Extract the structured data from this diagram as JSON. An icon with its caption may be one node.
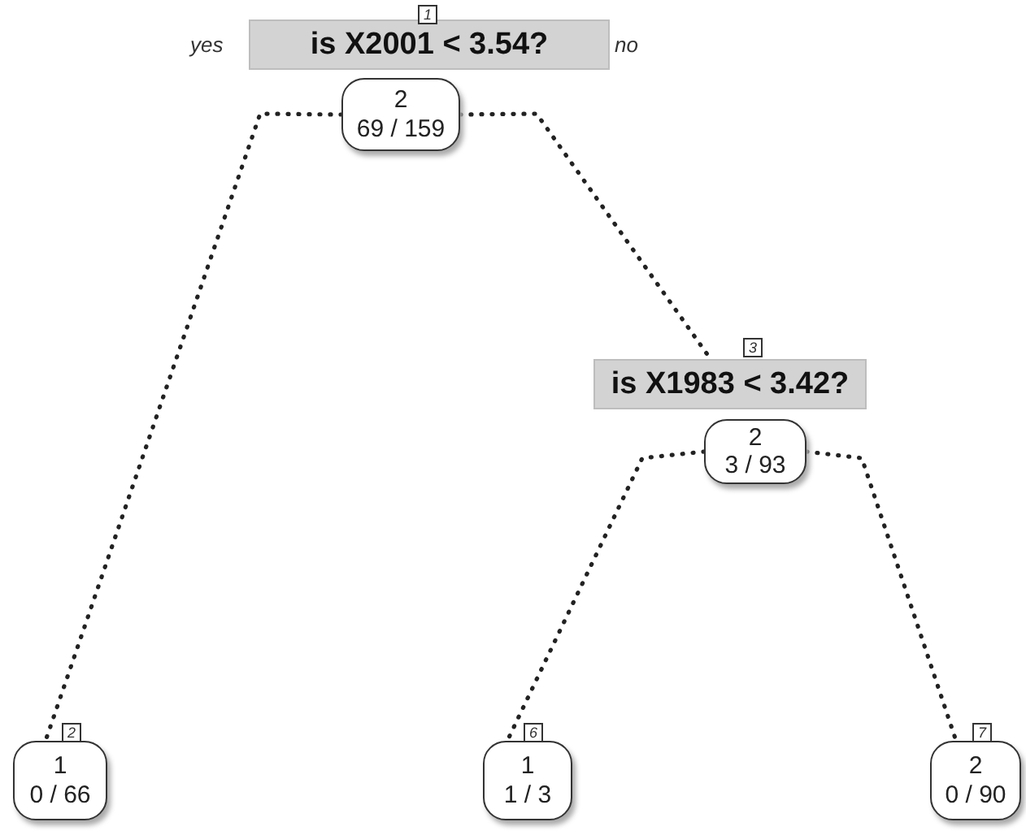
{
  "diagram": {
    "nodes": [
      {
        "text": [
          "is X2001 < 3.54?"
        ],
        "beside": [
          "1"
        ]
      },
      {
        "text": [
          "2",
          "69 / 159"
        ]
      },
      {
        "text": [
          "is X1983 < 3.42?"
        ],
        "beside": [
          "3"
        ]
      },
      {
        "text": [
          "2",
          "3 / 93"
        ]
      },
      {
        "text": [
          "1",
          "0 / 66"
        ],
        "beside": [
          "2"
        ]
      },
      {
        "text": [
          "1",
          "1 / 3"
        ],
        "beside": [
          "6"
        ]
      },
      {
        "text": [
          "2",
          "0 / 90"
        ],
        "beside": [
          "7"
        ]
      }
    ],
    "edges": [
      {
        "from": 1,
        "to": 4,
        "arrow": "none",
        "style": "dashed"
      },
      {
        "from": 1,
        "to": 2,
        "arrow": "none",
        "style": "dashed"
      },
      {
        "from": 3,
        "to": 5,
        "arrow": "none",
        "style": "dashed"
      },
      {
        "from": 3,
        "to": 6,
        "arrow": "none",
        "style": "dashed"
      }
    ],
    "labels": [
      "yes",
      "no"
    ]
  }
}
